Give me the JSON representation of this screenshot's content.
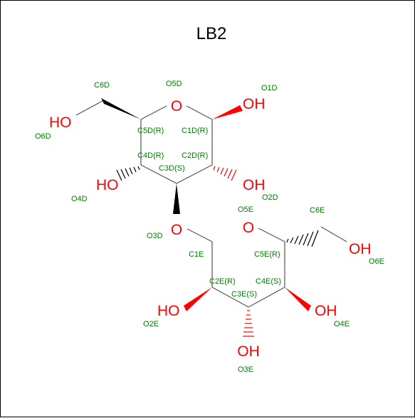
{
  "title": "LB2",
  "colors": {
    "oxygen": "#ff0000",
    "label": "#008000",
    "bond": "#555555",
    "wedge": "#000000"
  },
  "hydroxyls": {
    "O1D": "OH",
    "O6D": "HO",
    "O4D": "HO",
    "O2D": "OH",
    "O6E": "OH",
    "O2E": "HO",
    "O4E": "OH",
    "O3E": "OH"
  },
  "ring_oxygens": {
    "O5D": "O",
    "O3D": "O",
    "O5E": "O"
  },
  "labels": {
    "C6D": "C6D",
    "O5D": "O5D",
    "O1D": "O1D",
    "O6D": "O6D",
    "C5D": "C5D(R)",
    "C1D": "C1D(R)",
    "C4D": "C4D(R)",
    "C2D": "C2D(R)",
    "C3D": "C3D(S)",
    "O4D": "O4D",
    "O2D": "O2D",
    "O5E": "O5E",
    "C6E": "C6E",
    "O3D": "O3D",
    "C1E": "C1E",
    "C5E": "C5E(R)",
    "O6E": "O6E",
    "C2E": "C2E(R)",
    "C4E": "C4E(S)",
    "C3E": "C3E(S)",
    "O2E": "O2E",
    "O4E": "O4E",
    "O3E": "O3E"
  }
}
